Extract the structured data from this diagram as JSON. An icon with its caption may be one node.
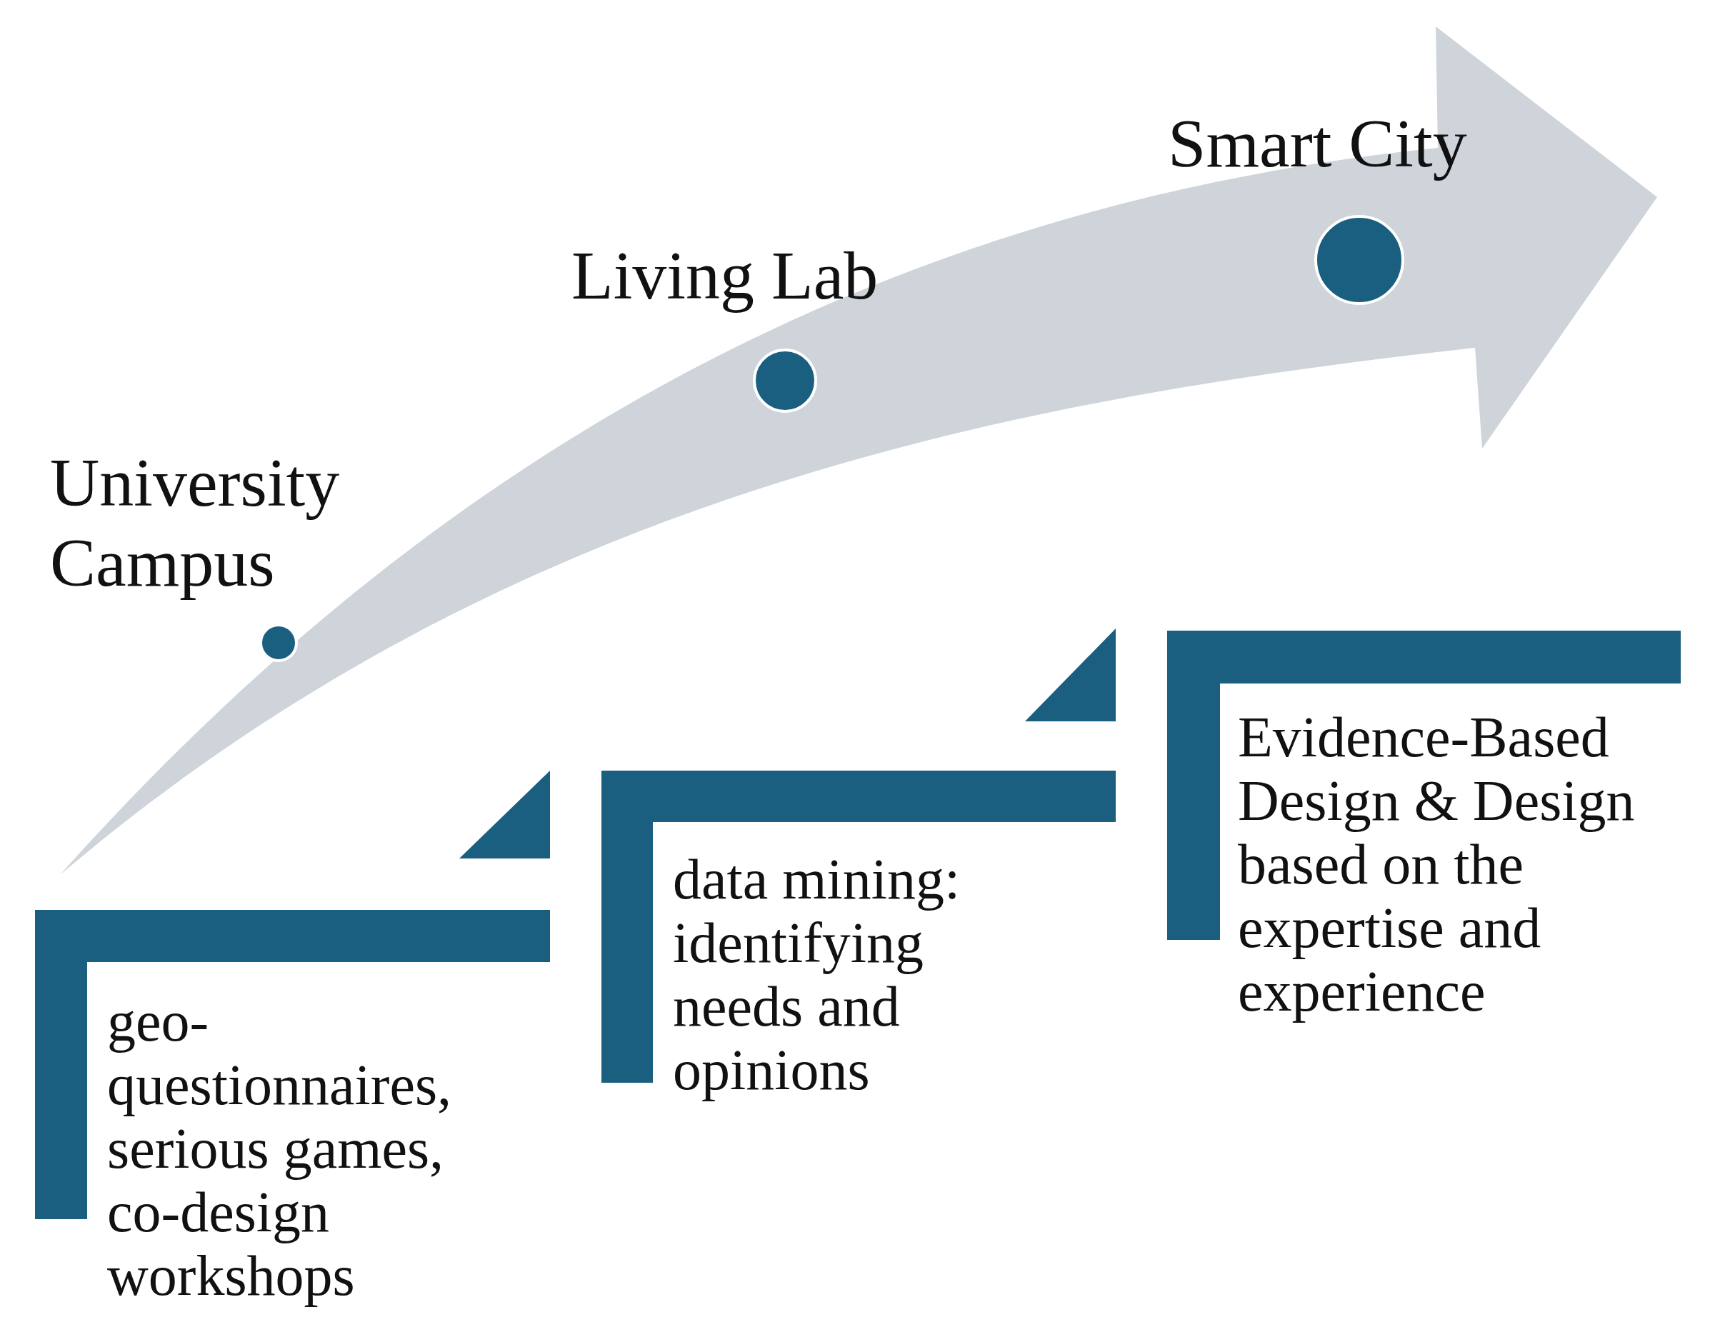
{
  "diagram": {
    "nodes": [
      {
        "text": [
          "University Campus"
        ]
      },
      {
        "text": [
          "Living Lab"
        ]
      },
      {
        "text": [
          "Smart City"
        ]
      },
      {
        "text": [
          "geo- questionnaires, serious games, co-design workshops"
        ]
      },
      {
        "text": [
          "data mining: identifying needs and opinions"
        ]
      },
      {
        "text": [
          "Evidence-Based Design & Design based on the expertise and experience"
        ]
      },
      {
        "text": [],
        "shape": "triangle"
      },
      {
        "text": [],
        "shape": "triangle"
      }
    ]
  }
}
